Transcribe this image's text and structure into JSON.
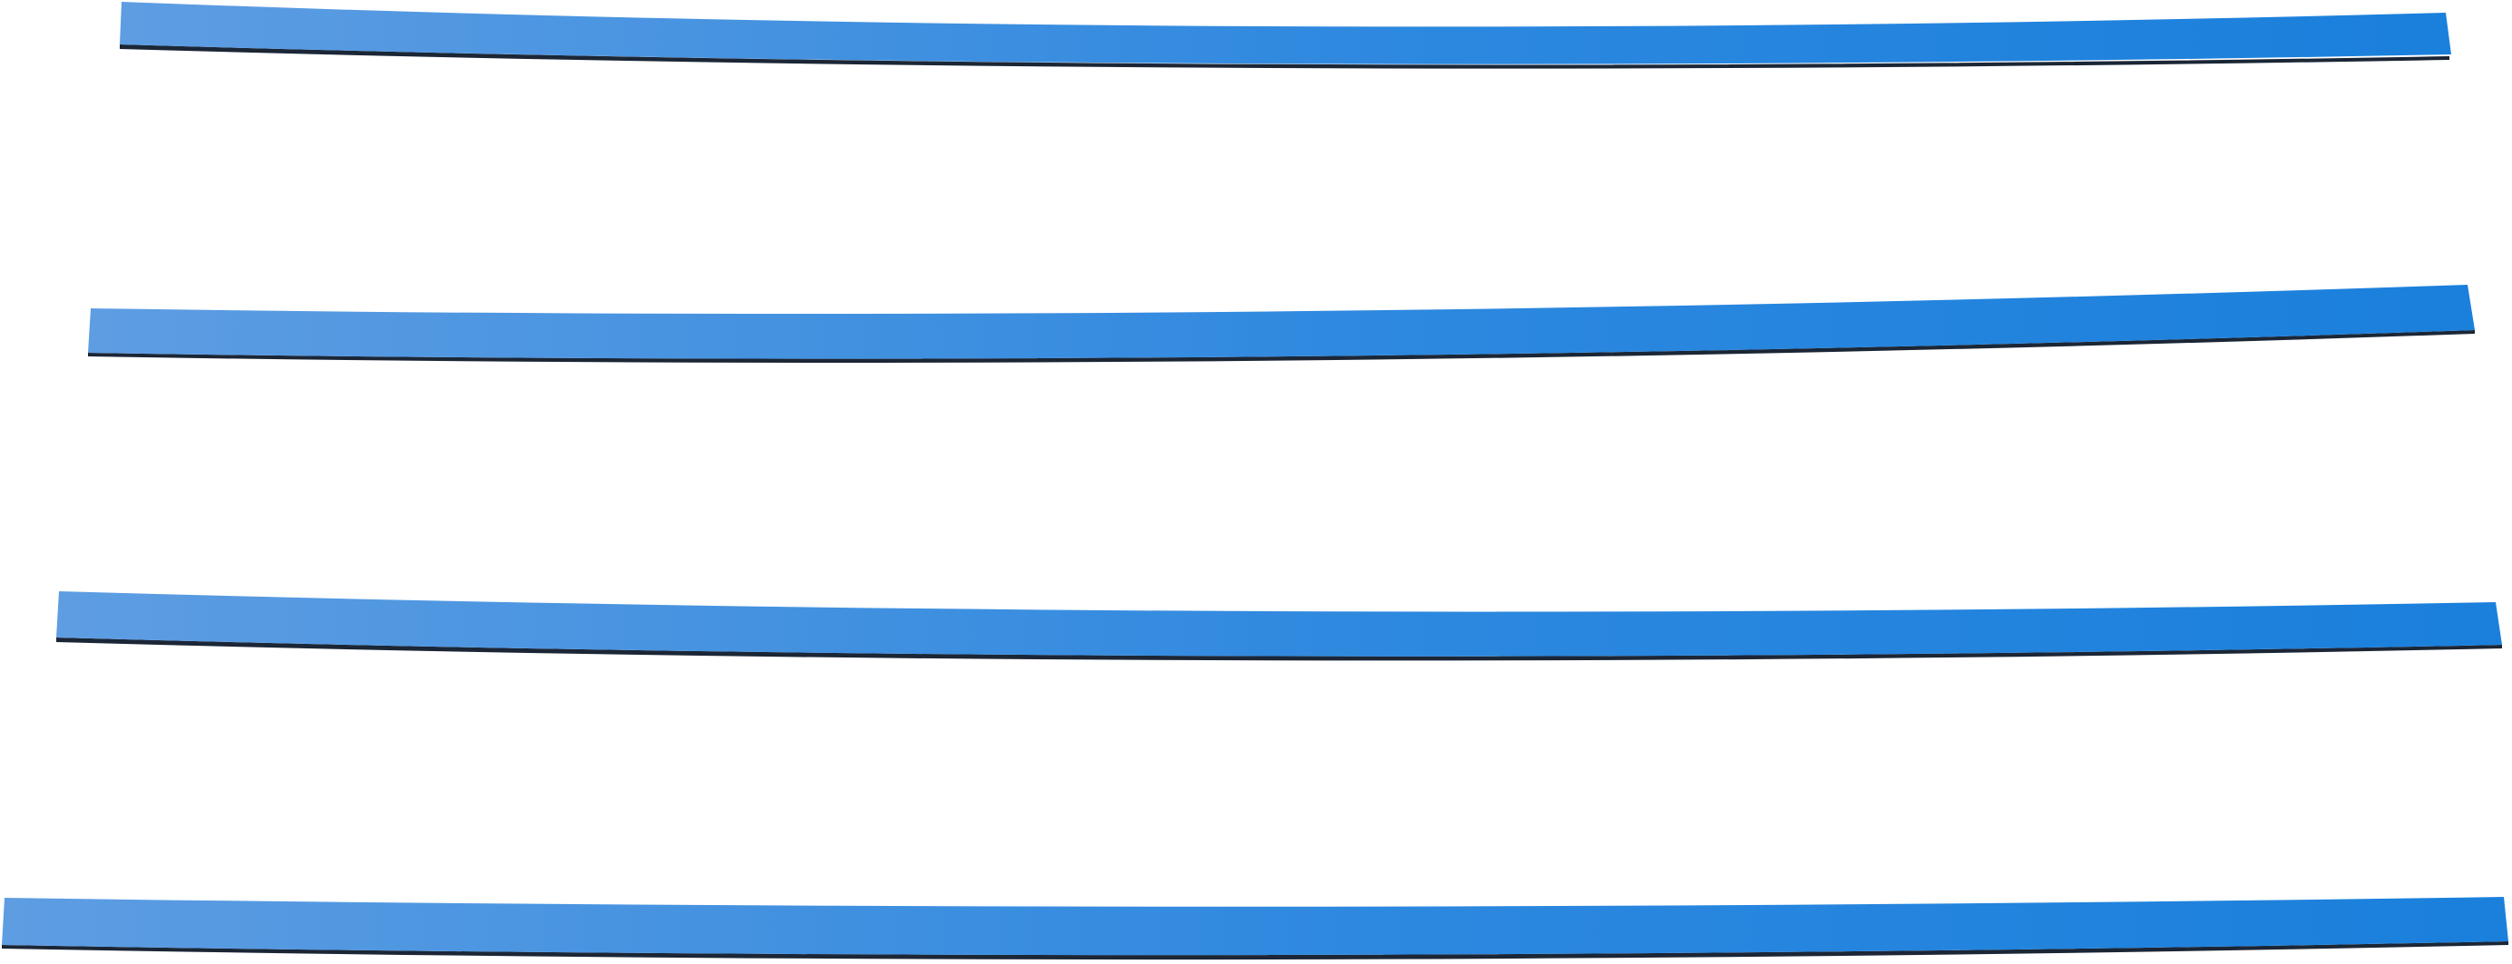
{
  "colors": {
    "background": "#ffffff",
    "strip_light": "#5e9de2",
    "strip_dark": "#1a80dc",
    "strip_edge": "#1b2636"
  },
  "strips": [
    {
      "name": "strip-1"
    },
    {
      "name": "strip-2"
    },
    {
      "name": "strip-3"
    },
    {
      "name": "strip-4"
    }
  ]
}
